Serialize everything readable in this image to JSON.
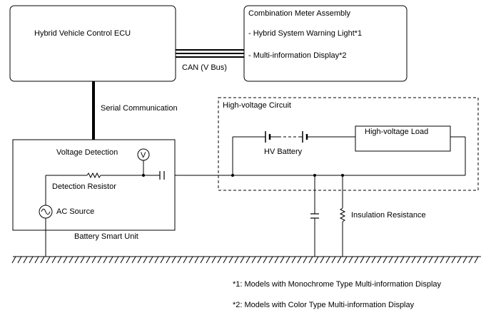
{
  "ecu": {
    "label": "Hybrid Vehicle Control ECU"
  },
  "meter": {
    "title": "Combination Meter Assembly",
    "item1": "- Hybrid System Warning Light*1",
    "item2": "- Multi-information Display*2"
  },
  "can_label": "CAN (V Bus)",
  "serial_label": "Serial Communication",
  "hv_circuit": {
    "title": "High-voltage Circuit",
    "battery": "HV Battery",
    "load": "High-voltage Load"
  },
  "bsu": {
    "label": "Battery Smart Unit",
    "voltage_detection": "Voltage Detection",
    "voltmeter_symbol": "V",
    "detection_resistor": "Detection Resistor",
    "ac_source": "AC Source"
  },
  "insulation_resistance": "Insulation Resistance",
  "notes": {
    "note1": "*1: Models with Monochrome Type Multi-information Display",
    "note2": "*2: Models with Color Type Multi-information Display"
  }
}
